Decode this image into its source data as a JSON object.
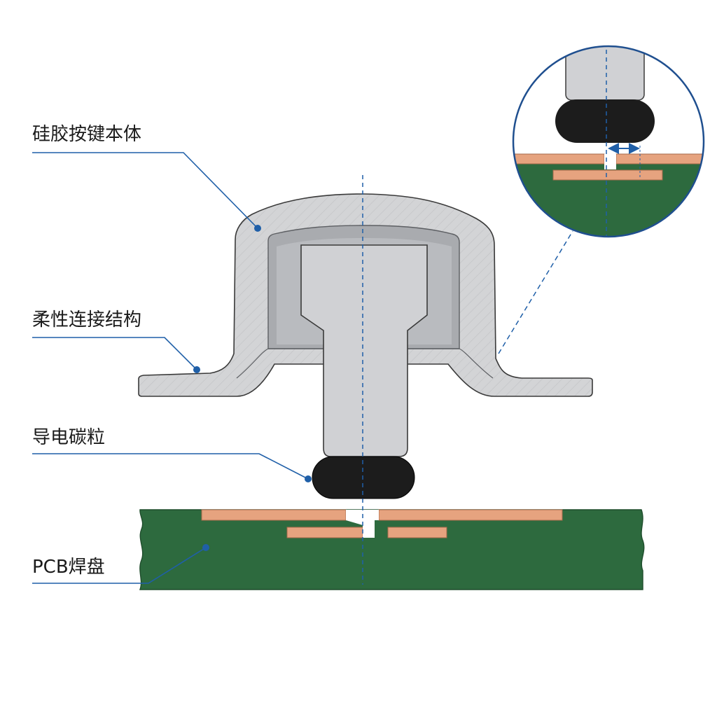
{
  "labels": {
    "silicone_body": "硅胶按键本体",
    "flexible_structure": "柔性连接结构",
    "conductive_pill": "导电碳粒",
    "pcb_pad": "PCB焊盘"
  },
  "colors": {
    "silicone": "#d2d3d5",
    "silicone_inner": "#a9abaf",
    "plunger": "#d0d1d4",
    "carbon_pill": "#1c1c1c",
    "pcb": "#2d6a3e",
    "copper": "#e6a37f",
    "leader_line": "#1f5fa8",
    "outline": "#3a3a3a"
  }
}
